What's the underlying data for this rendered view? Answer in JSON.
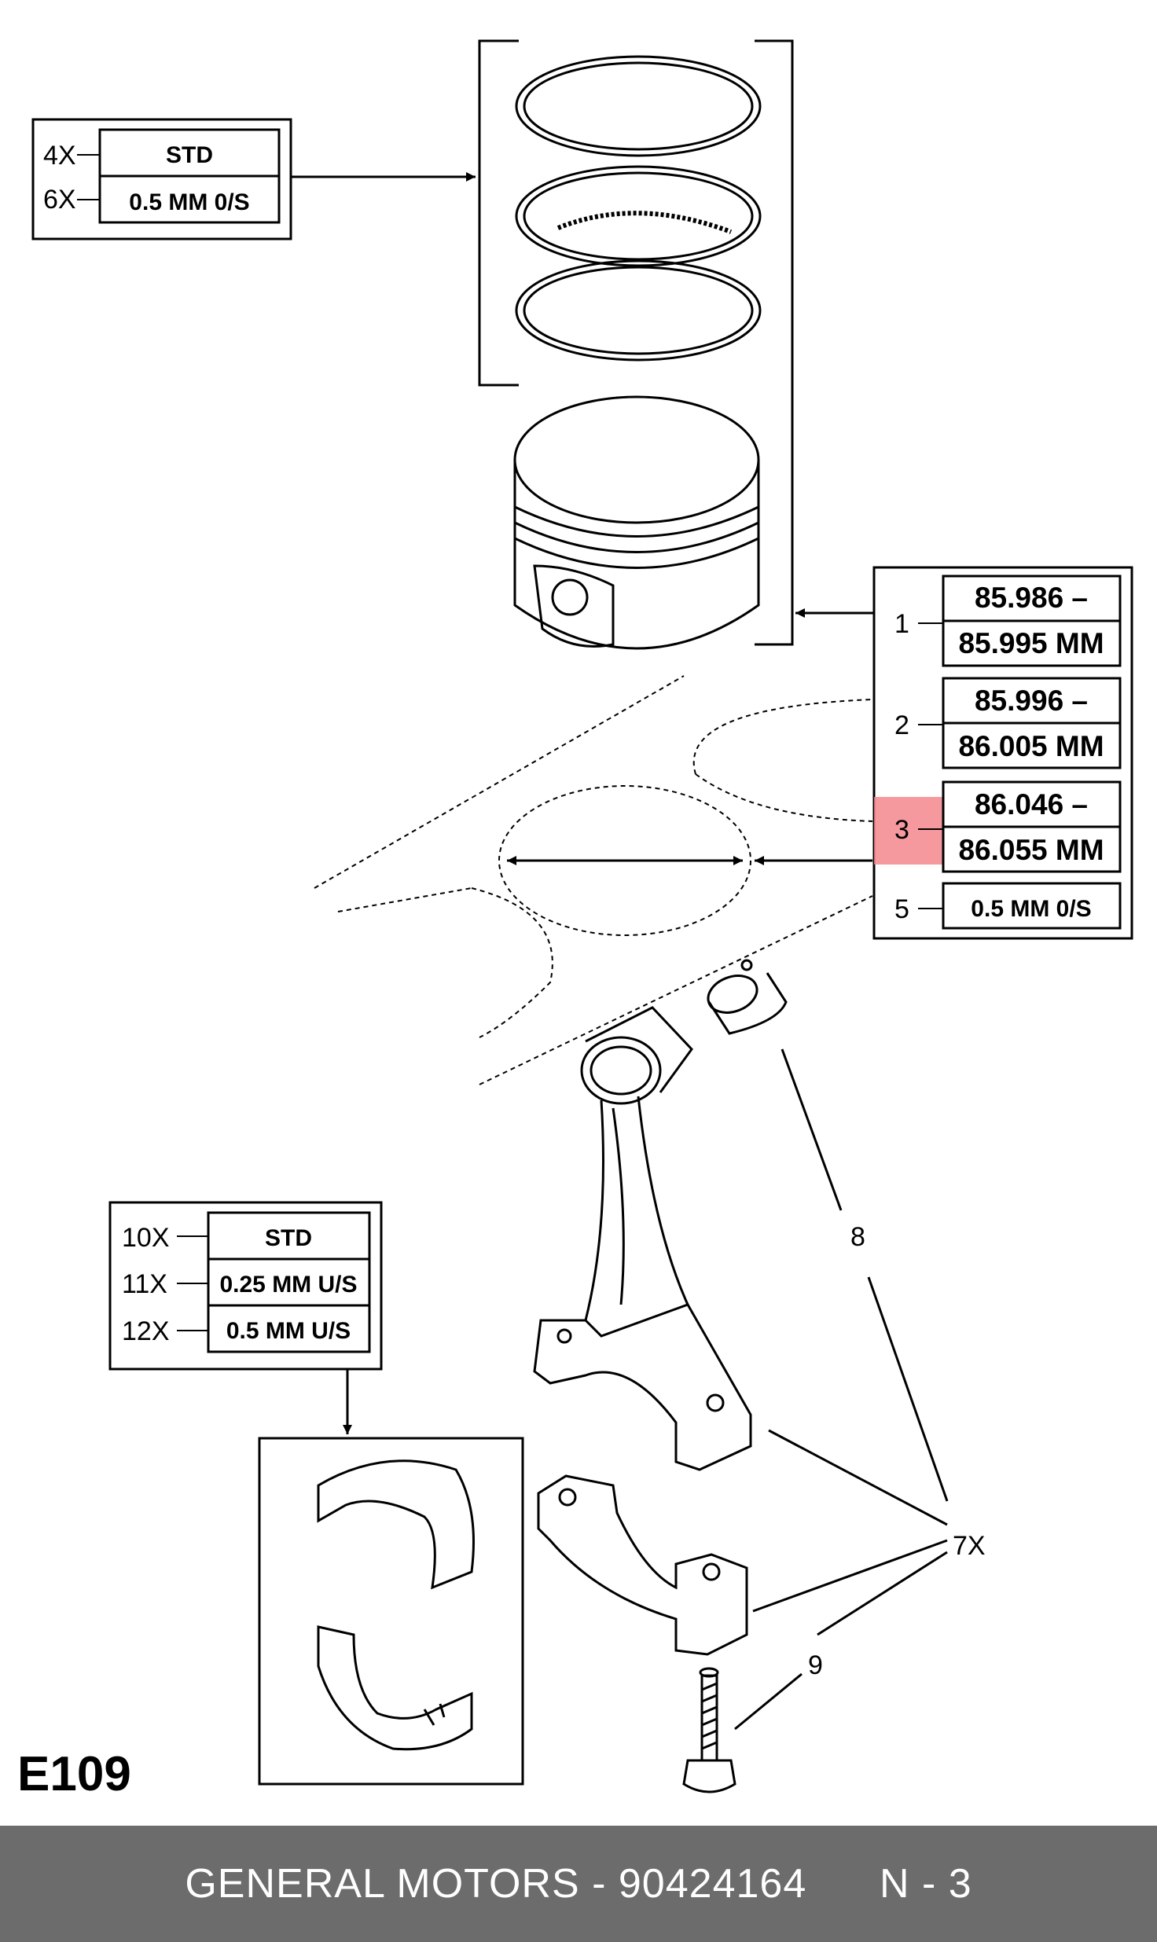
{
  "rings_table": {
    "rows": [
      {
        "callout": "4X",
        "text": "STD"
      },
      {
        "callout": "6X",
        "text": "0.5 MM 0/S"
      }
    ]
  },
  "piston_table": {
    "rows": [
      {
        "callout": "1",
        "line1": "85.986 –",
        "line2": "85.995 MM"
      },
      {
        "callout": "2",
        "line1": "85.996 –",
        "line2": "86.005 MM"
      },
      {
        "callout": "3",
        "line1": "86.046 –",
        "line2": "86.055 MM"
      },
      {
        "callout": "5",
        "line1": "0.5 MM 0/S"
      }
    ],
    "highlight_color": "#f4878e"
  },
  "bearing_table": {
    "rows": [
      {
        "callout": "10X",
        "text": "STD"
      },
      {
        "callout": "11X",
        "text": "0.25 MM U/S"
      },
      {
        "callout": "12X",
        "text": "0.5 MM U/S"
      }
    ]
  },
  "callouts": {
    "pin": "8",
    "rod": "7X",
    "bolt": "9"
  },
  "page_code": "E109",
  "footer": {
    "brand": "GENERAL MOTORS - 90424164",
    "page": "N - 3",
    "background": "#6c6c6c"
  }
}
